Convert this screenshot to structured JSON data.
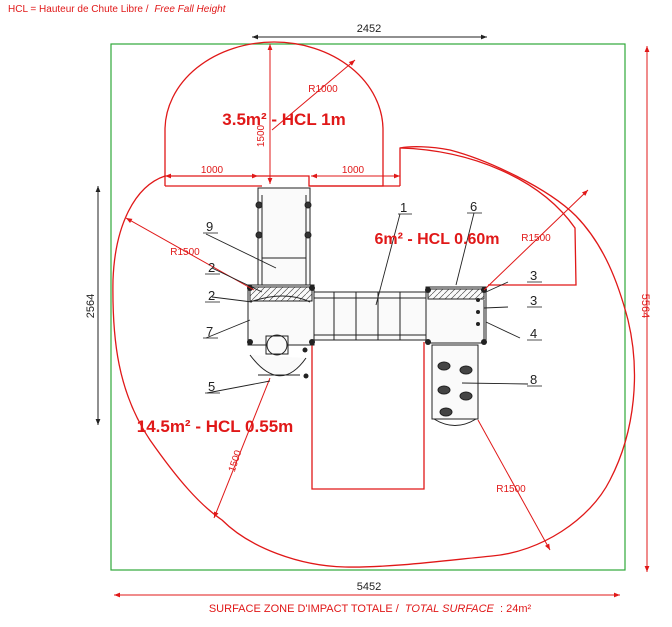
{
  "legend": {
    "prefix": "HCL = Hauteur de Chute Libre /",
    "italic": "Free Fall Height"
  },
  "dimensions": {
    "top_width": "2452",
    "total_width": "5452",
    "left_height": "2564",
    "right_height": "5564",
    "radius_top": "R1000",
    "top_vertical": "1500",
    "left_1000": "1000",
    "right_1000": "1000",
    "r1500_left": "R1500",
    "r1500_right_top": "R1500",
    "r1500_right_bottom": "R1500",
    "r1500_bottom_left": "1500"
  },
  "zones": {
    "top_zone": "3.5m² - HCL 1m",
    "middle_zone": "6m² - HCL 0.60m",
    "main_zone": "14.5m² - HCL 0.55m"
  },
  "callouts": [
    "1",
    "2",
    "2",
    "3",
    "3",
    "4",
    "5",
    "6",
    "7",
    "8",
    "9"
  ],
  "footer": {
    "prefix": "SURFACE ZONE D'IMPACT TOTALE /",
    "italic": "TOTAL SURFACE",
    "suffix": ": 24m²"
  },
  "colors": {
    "impact_red": "#e01818",
    "boundary_green": "#2fa83a",
    "structure": "#222222"
  }
}
